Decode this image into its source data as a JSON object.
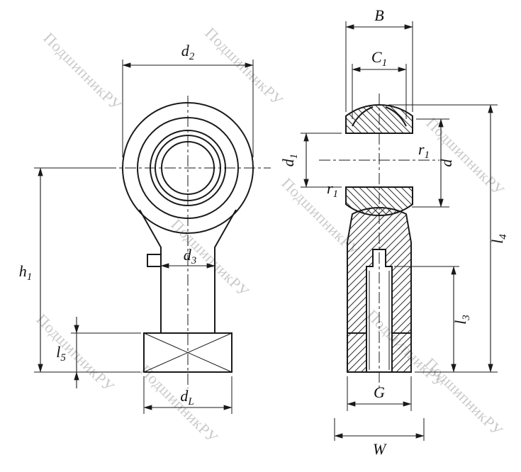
{
  "watermark": {
    "text": "ПодшипникРУ"
  },
  "colors": {
    "line": "#1a1a1a",
    "watermark": "#b5b5b5",
    "background": "#ffffff"
  },
  "labels": {
    "d2": {
      "base": "d",
      "sub": "2"
    },
    "h1": {
      "base": "h",
      "sub": "1"
    },
    "d3": {
      "base": "d",
      "sub": "3"
    },
    "l5": {
      "base": "l",
      "sub": "5"
    },
    "dL": {
      "base": "d",
      "sub": "L"
    },
    "B": {
      "base": "B",
      "sub": ""
    },
    "C1": {
      "base": "C",
      "sub": "1"
    },
    "d1": {
      "base": "d",
      "sub": "1"
    },
    "r1_upper": {
      "base": "r",
      "sub": "1"
    },
    "r1_lower": {
      "base": "r",
      "sub": "1"
    },
    "d": {
      "base": "d",
      "sub": ""
    },
    "l4": {
      "base": "l",
      "sub": "4"
    },
    "l3": {
      "base": "l",
      "sub": "3"
    },
    "G": {
      "base": "G",
      "sub": ""
    },
    "W": {
      "base": "W",
      "sub": ""
    }
  }
}
